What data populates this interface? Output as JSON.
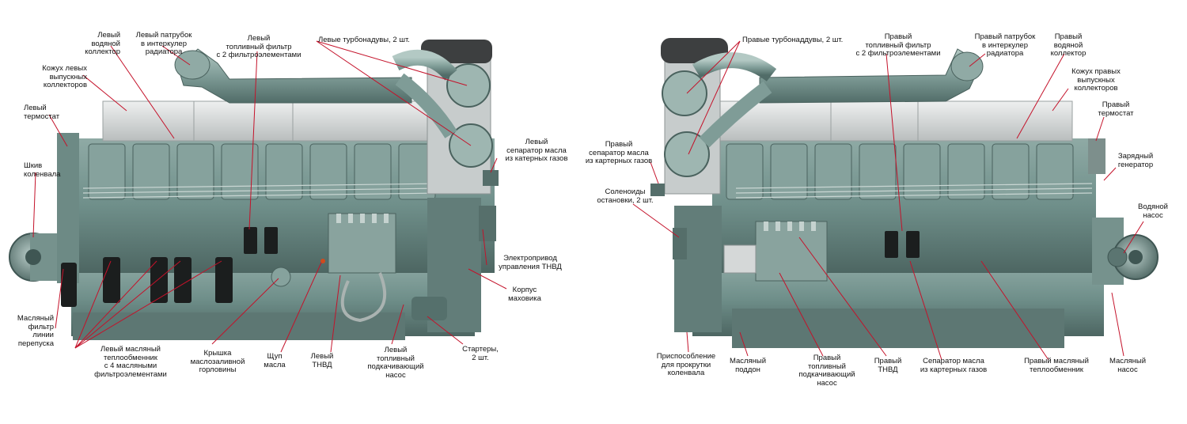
{
  "left_engine": {
    "labels": {
      "left_water_collector": "Левый\nводяной\nколлектор",
      "left_intercooler_pipe": "Левый патрубок\nв интеркулер\nрадиатора",
      "left_fuel_filter": "Левый\nтопливный фильтр\nс 2 фильтроэлементами",
      "left_turbochargers": "Левые турбонадувы, 2 шт.",
      "left_exhaust_cover": "Кожух левых\nвыпускных\nколлекторов",
      "left_thermostat": "Левый\nтермостат",
      "crankshaft_pulley": "Шкив\nколенвала",
      "left_oil_separator": "Левый\nсепаратор масла\nиз катерных газов",
      "hp_pump_drive": "Электропривод\nуправления ТНВД",
      "flywheel_housing": "Корпус\nмаховика",
      "bypass_oil_filter": "Масляный\nфильтр\nлинии\nперепуска",
      "left_oil_cooler": "Левый масляный\nтеплообменник\nс 4 масляными\nфильтроэлементами",
      "oil_filler_cap": "Крышка\nмаслозаливной\nгорловины",
      "oil_dipstick": "Щуп\nмасла",
      "left_hp_pump": "Левый\nТНВД",
      "left_priming_pump": "Левый\nтопливный\nподкачивающий\nнасос",
      "starters": "Стартеры,\n2 шт."
    }
  },
  "right_engine": {
    "labels": {
      "right_turbochargers": "Правые турбонаддувы, 2 шт.",
      "right_fuel_filter": "Правый\nтопливный фильтр\nс 2 фильтроэлементами",
      "right_intercooler_pipe": "Правый патрубок\nв интеркулер\nрадиатора",
      "right_water_collector": "Правый\nводяной\nколлектор",
      "right_exhaust_cover": "Кожух правых\nвыпускных\nколлекторов",
      "right_thermostat": "Правый\nтермостат",
      "charging_generator": "Зарядный\nгенератор",
      "right_oil_separator": "Правый\nсепаратор масла\nиз картерных газов",
      "stop_solenoids": "Соленоиды\nостановки, 2 шт.",
      "water_pump": "Водяной\nнасос",
      "crank_barring_device": "Приспособление\nдля прокрутки\nколенвала",
      "oil_pan": "Масляный\nподдон",
      "right_priming_pump": "Правый\nтопливный\nподкачивающий\nнасос",
      "right_hp_pump": "Правый\nТНВД",
      "crankcase_oil_separator": "Сепаратор масла\nиз картерных газов",
      "right_oil_cooler": "Правый масляный\nтеплообменник",
      "oil_pump": "Масляный\nнасос"
    }
  },
  "colors": {
    "engine_body": "#6f8f8a",
    "engine_dark": "#3f5653",
    "engine_light": "#9fb8b3",
    "metal_cover": "#d9dcdc",
    "filter_black": "#1b1e1e",
    "leader_line": "#c4122a",
    "text": "#111111"
  }
}
